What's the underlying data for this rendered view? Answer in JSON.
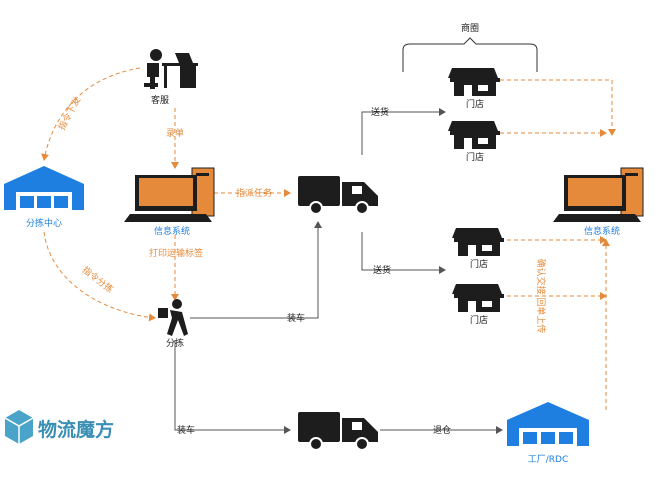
{
  "nodes": {
    "customer_service": "客服",
    "info_system_left": "信息系统",
    "info_system_right": "信息系统",
    "sorting_center": "分拣中心",
    "sorting": "分拣",
    "business_district": "商圈",
    "store_1": "门店",
    "store_2": "门店",
    "store_3": "门店",
    "store_4": "门店",
    "factory_rdc": "工厂/RDC"
  },
  "edges": {
    "order_entry": "录单",
    "dispatch_task": "指派任务",
    "print_waybill": "打印运输标签",
    "instruction_receive": "指令下发",
    "instruction_sort": "指令分拣",
    "loading_1": "装车",
    "loading_2": "装车",
    "delivery_1": "送货",
    "delivery_2": "送货",
    "return": "退仓",
    "confirm_upload": "确认交接 回单上传"
  },
  "brand": {
    "name": "物流魔方"
  },
  "colors": {
    "orange": "#e58a3a",
    "dark": "#1d1d1d",
    "blue": "#1f7fe0",
    "gray_line": "#8a8a8a"
  }
}
